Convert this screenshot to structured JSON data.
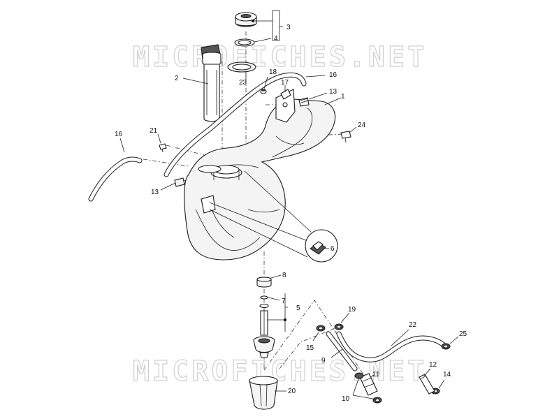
{
  "watermark": {
    "top": "MICROFICHES.NET",
    "bottom": "MICROFICHES.NET"
  },
  "callouts": {
    "c1": "1",
    "c2": "2",
    "c3": "3",
    "c4": "4",
    "c5": "5",
    "c6": "6",
    "c7": "7",
    "c8": "8",
    "c9": "9",
    "c10": "10",
    "c11": "11",
    "c12": "12",
    "c13a": "13",
    "c13b": "13",
    "c14": "14",
    "c15": "15",
    "c16a": "16",
    "c16b": "16",
    "c17": "17",
    "c18": "18",
    "c19": "19",
    "c20": "20",
    "c21": "21",
    "c22": "22",
    "c23": "23",
    "c24": "24",
    "c25": "25"
  },
  "colors": {
    "line": "#1a1a1a",
    "watermark": "#cfcfcf",
    "background": "#ffffff"
  }
}
